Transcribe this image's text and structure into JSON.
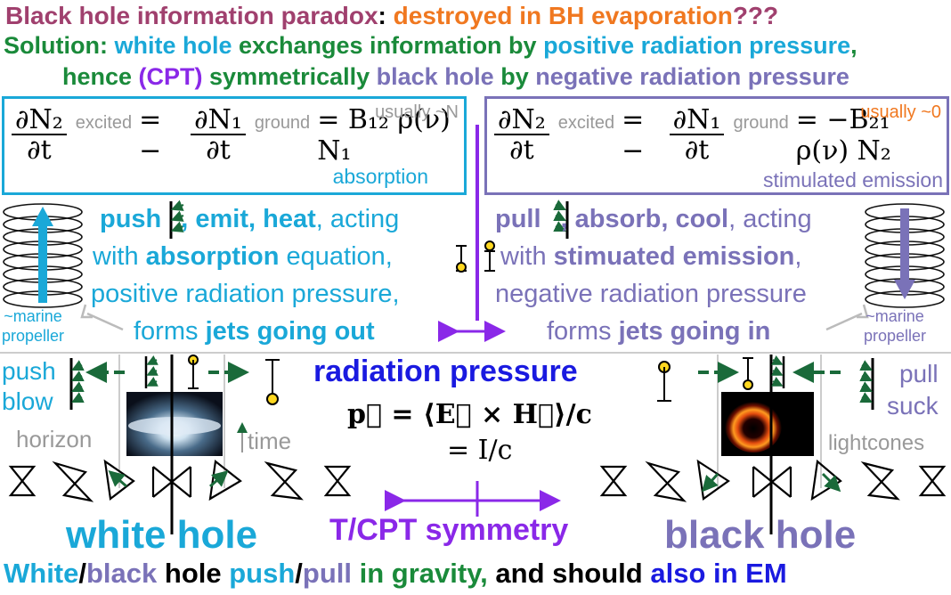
{
  "title": {
    "part1": "Black hole information paradox",
    "colon": ": ",
    "part2": "destroyed in BH evaporation",
    "part3": "???"
  },
  "solution": {
    "l1a": "Solution: ",
    "l1b": "white hole",
    "l1c": " exchanges information by ",
    "l1d": "positive radiation pressure",
    "l1e": ",",
    "l2a": "hence ",
    "l2b": "(CPT)",
    "l2c": " symmetrically ",
    "l2d": "black hole",
    "l2e": " by ",
    "l2f": "negative radiation pressure"
  },
  "left_box": {
    "n2": "∂N₂",
    "excited": "excited",
    "eq1": "= −",
    "n1": "∂N₁",
    "ground": "ground",
    "eq2": "= B₁₂ ρ(ν) N₁",
    "dt": "∂t",
    "usually": "usually ~N",
    "caption": "absorption"
  },
  "right_box": {
    "n2": "∂N₂",
    "excited": "excited",
    "eq1": "= −",
    "n1": "∂N₁",
    "ground": "ground",
    "eq2": "= −B₂₁ ρ(ν) N₂",
    "dt": "∂t",
    "usually": "usually ~0",
    "caption": "stimulated emission"
  },
  "left_text": {
    "l1a": "push",
    "l1b": ", emit, heat",
    "l1c": ", acting",
    "l2a": "with ",
    "l2b": "absorption",
    "l2c": " equation,",
    "l3": "positive radiation pressure,",
    "l4a": "forms ",
    "l4b": "jets going out"
  },
  "right_text": {
    "l1a": "pull",
    "l1b": ", absorb, cool",
    "l1c": ", acting",
    "l2a": "with ",
    "l2b": "stimuated emission",
    "l2c": ",",
    "l3": "negative radiation pressure",
    "l4a": "forms ",
    "l4b": "jets going in"
  },
  "marine_left": [
    "~marine",
    "propeller"
  ],
  "marine_right": [
    "~marine",
    "propeller"
  ],
  "push_blow": [
    "push",
    "blow"
  ],
  "pull_suck": [
    "pull",
    "suck"
  ],
  "horizon": "horizon",
  "time": "time",
  "lightcones": "lightcones",
  "radiation_pressure": "radiation pressure",
  "formula1": "p⃗ = ⟨E⃗ × H⃗⟩/c",
  "formula2": "= I/c",
  "white_hole": "white hole",
  "black_hole": "black hole",
  "symmetry": "T/CPT symmetry",
  "footer": {
    "a": "White",
    "b": "/",
    "c": "black",
    "d": " hole ",
    "e": "push",
    "f": "/",
    "g": "pull",
    "h": " in gravity,",
    "i": " and should ",
    "j": "also in EM"
  },
  "colors": {
    "maroon": "#a0406e",
    "orange": "#f07820",
    "green": "#1a8a3a",
    "cyan": "#1aa8d8",
    "purple": "#8a28e8",
    "lavender": "#7a72b8",
    "blue": "#1a1ae0",
    "darkgreen": "#1a6a3a",
    "gray": "#999999"
  }
}
